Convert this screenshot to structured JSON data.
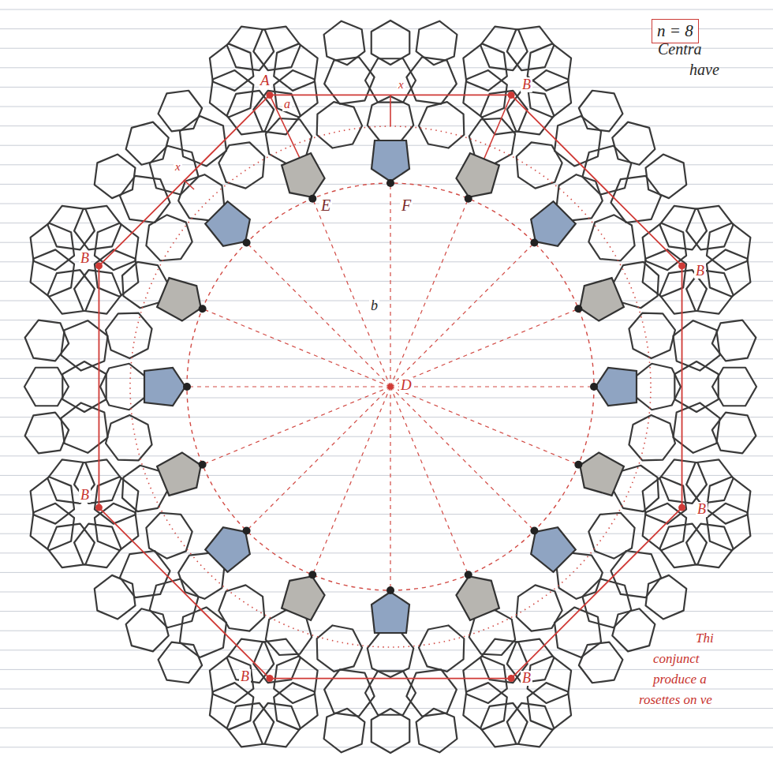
{
  "diagram": {
    "nodes": [
      {
        "text": [
          "n = 8"
        ]
      }
    ],
    "labels": [
      "A",
      "a",
      "x",
      "B",
      "x",
      "B",
      "E",
      "F",
      "B",
      "b",
      "D",
      "B",
      "B",
      "B",
      "B",
      "Centra",
      "have",
      "Thi",
      "conjunct",
      "produce a",
      "rosettes on ve"
    ]
  }
}
